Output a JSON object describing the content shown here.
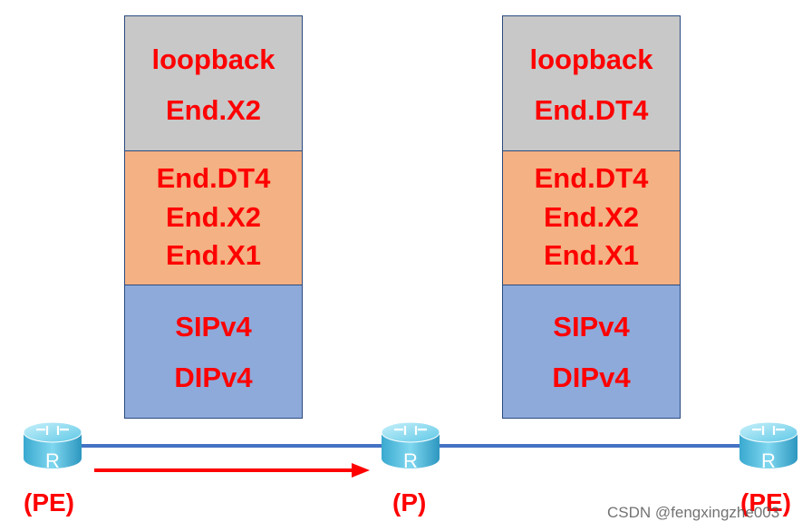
{
  "stacks": [
    {
      "top": [
        "loopback",
        "End.X2"
      ],
      "middle": [
        "End.DT4",
        "End.X2",
        "End.X1"
      ],
      "bottom": [
        "SIPv4",
        "DIPv4"
      ]
    },
    {
      "top": [
        "loopback",
        "End.DT4"
      ],
      "middle": [
        "End.DT4",
        "End.X2",
        "End.X1"
      ],
      "bottom": [
        "SIPv4",
        "DIPv4"
      ]
    }
  ],
  "nodes": {
    "pe_left": "(PE)",
    "p_middle": "(P)",
    "pe_right": "(PE)"
  },
  "router_icon_letter": "R",
  "watermark": "CSDN @fengxingzhe003",
  "colors": {
    "text_red": "#ff0000",
    "top_section": "#c8c8c8",
    "middle_section": "#f4b183",
    "bottom_section": "#8eaadb",
    "link_line": "#4472c4",
    "arrow": "#ff0000"
  }
}
